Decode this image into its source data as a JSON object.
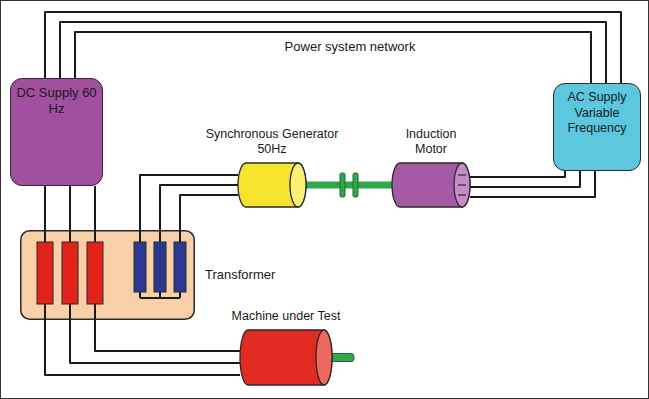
{
  "diagram": {
    "nodes": [
      {
        "text": [
          "DC Supply 60 Hz"
        ]
      },
      {
        "text": [
          "AC Supply Variable Frequency"
        ]
      },
      {
        "text": [
          "Synchronous Generator 50Hz"
        ]
      },
      {
        "text": [
          "Induction Motor"
        ]
      },
      {
        "text": [
          "Transformer"
        ]
      },
      {
        "text": [
          "Machine under Test"
        ]
      }
    ],
    "edges": [
      {
        "from": 0,
        "to": 1,
        "arrow": "none",
        "label": "Power system network"
      },
      {
        "from": 0,
        "to": 4,
        "arrow": "none"
      },
      {
        "from": 1,
        "to": 3,
        "arrow": "none"
      },
      {
        "from": 2,
        "to": 3,
        "arrow": "none"
      },
      {
        "from": 2,
        "to": 4,
        "arrow": "none"
      },
      {
        "from": 4,
        "to": 5,
        "arrow": "none"
      }
    ]
  }
}
